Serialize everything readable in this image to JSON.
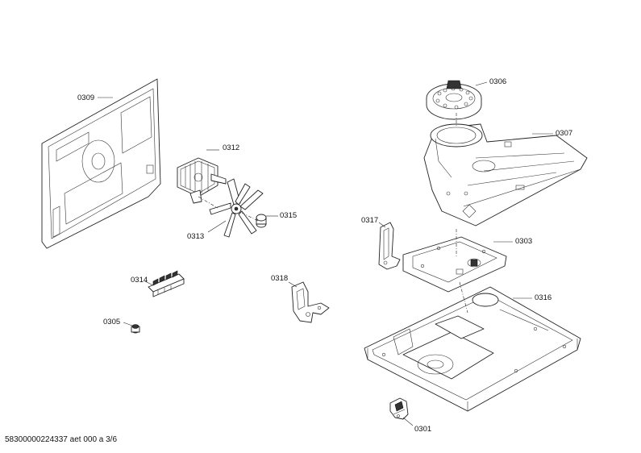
{
  "labels": {
    "p0309": "0309",
    "p0312": "0312",
    "p0313": "0313",
    "p0315": "0315",
    "p0314": "0314",
    "p0305": "0305",
    "p0318": "0318",
    "p0306": "0306",
    "p0307": "0307",
    "p0317": "0317",
    "p0303": "0303",
    "p0316": "0316",
    "p0301": "0301"
  },
  "footer": {
    "doc_id": "58300000224337 aet 000 a 3/6"
  }
}
